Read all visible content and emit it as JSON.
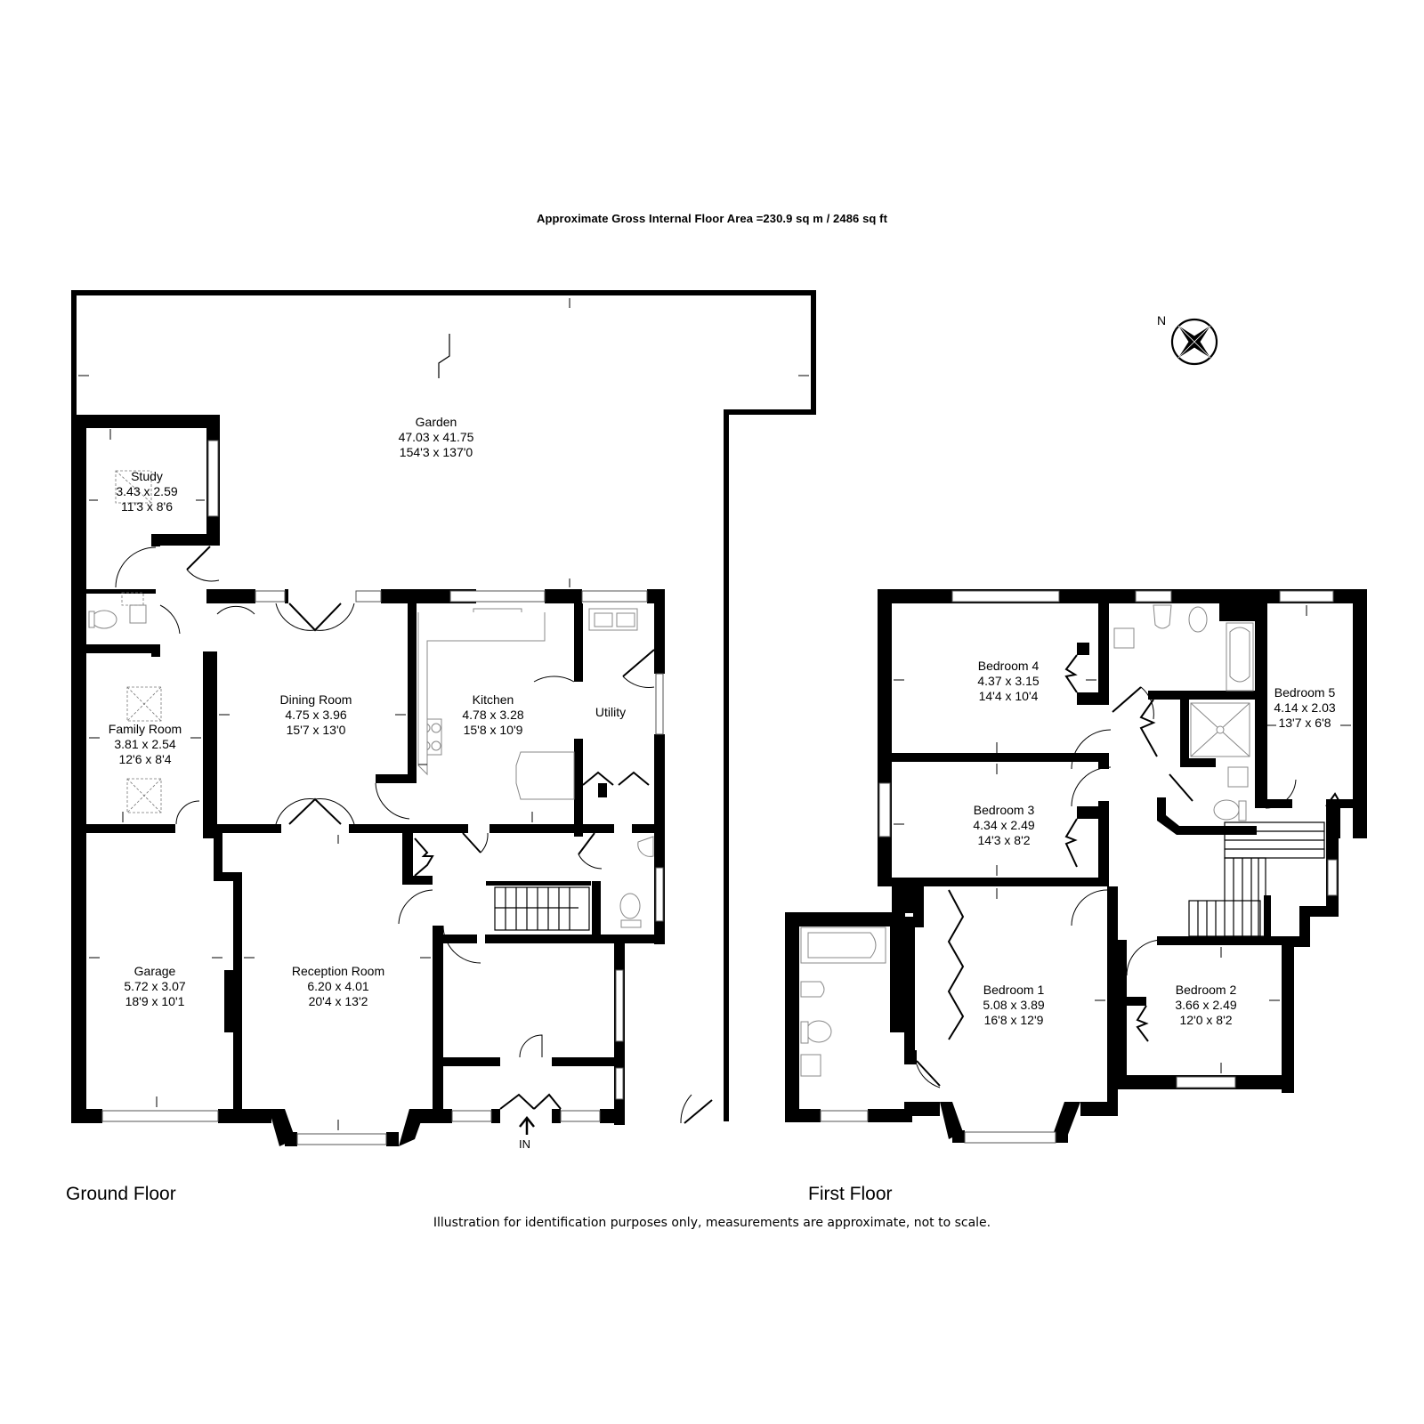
{
  "header": {
    "title": "Approximate Gross Internal Floor Area  =230.9 sq m  / 2486 sq ft"
  },
  "compass": {
    "label": "N"
  },
  "floors": {
    "ground": {
      "label": "Ground Floor",
      "rooms": [
        {
          "name": "Garden",
          "metric": "47.03 x 41.75",
          "imperial": "154'3 x 137'0"
        },
        {
          "name": "Study",
          "metric": "3.43 x 2.59",
          "imperial": "11'3 x 8'6"
        },
        {
          "name": "Family Room",
          "metric": "3.81 x 2.54",
          "imperial": "12'6 x 8'4"
        },
        {
          "name": "Dining Room",
          "metric": "4.75 x 3.96",
          "imperial": "15'7 x 13'0"
        },
        {
          "name": "Kitchen",
          "metric": "4.78 x 3.28",
          "imperial": "15'8 x 10'9"
        },
        {
          "name": "Utility",
          "metric": "",
          "imperial": ""
        },
        {
          "name": "Garage",
          "metric": "5.72 x 3.07",
          "imperial": "18'9 x 10'1"
        },
        {
          "name": "Reception Room",
          "metric": "6.20 x 4.01",
          "imperial": "20'4 x 13'2"
        }
      ],
      "entrance_label": "IN"
    },
    "first": {
      "label": "First Floor",
      "rooms": [
        {
          "name": "Bedroom 4",
          "metric": "4.37 x 3.15",
          "imperial": "14'4 x 10'4"
        },
        {
          "name": "Bedroom 5",
          "metric": "4.14 x 2.03",
          "imperial": "13'7 x 6'8"
        },
        {
          "name": "Bedroom 3",
          "metric": "4.34 x 2.49",
          "imperial": "14'3 x 8'2"
        },
        {
          "name": "Bedroom 1",
          "metric": "5.08 x 3.89",
          "imperial": "16'8 x 12'9"
        },
        {
          "name": "Bedroom 2",
          "metric": "3.66 x 2.49",
          "imperial": "12'0 x 8'2"
        }
      ]
    }
  },
  "footer": {
    "disclaimer": "Illustration for identification purposes only, measurements are approximate, not to scale."
  }
}
